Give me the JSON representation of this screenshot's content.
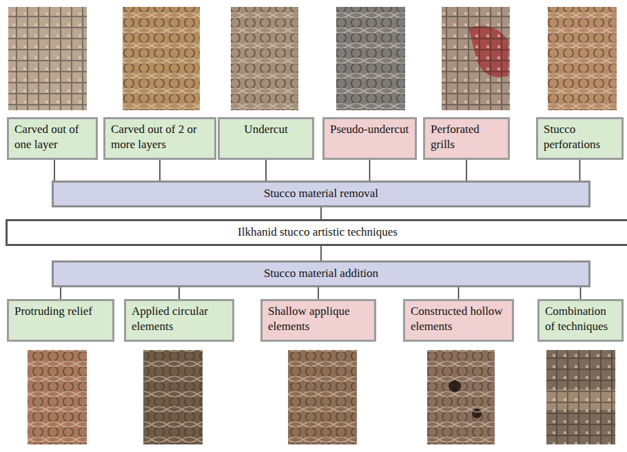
{
  "diagram": {
    "nodes": [
      {
        "text": [
          "Carved out of one layer"
        ]
      },
      {
        "text": [
          "Carved out of 2 or more layers"
        ]
      },
      {
        "text": [
          "Undercut"
        ]
      },
      {
        "text": [
          "Pseudo-undercut"
        ]
      },
      {
        "text": [
          "Perforated grills"
        ]
      },
      {
        "text": [
          "Stucco perforations"
        ]
      },
      {
        "text": [
          "Stucco material removal"
        ]
      },
      {
        "text": [
          "Ilkhanid stucco artistic techniques"
        ]
      },
      {
        "text": [
          "Stucco material addition"
        ]
      },
      {
        "text": [
          "Protruding relief"
        ]
      },
      {
        "text": [
          "Applied circular elements"
        ]
      },
      {
        "text": [
          "Shallow applique elements"
        ]
      },
      {
        "text": [
          "Constructed hollow elements"
        ]
      },
      {
        "text": [
          "Combination of techniques"
        ]
      }
    ],
    "edges": [
      {
        "from": 6,
        "to": 0,
        "arrow": "none"
      },
      {
        "from": 6,
        "to": 1,
        "arrow": "none"
      },
      {
        "from": 6,
        "to": 2,
        "arrow": "none"
      },
      {
        "from": 6,
        "to": 3,
        "arrow": "none"
      },
      {
        "from": 6,
        "to": 4,
        "arrow": "none"
      },
      {
        "from": 6,
        "to": 5,
        "arrow": "none"
      },
      {
        "from": 7,
        "to": 6,
        "arrow": "none"
      },
      {
        "from": 7,
        "to": 8,
        "arrow": "none"
      },
      {
        "from": 8,
        "to": 9,
        "arrow": "none"
      },
      {
        "from": 8,
        "to": 10,
        "arrow": "none"
      },
      {
        "from": 8,
        "to": 11,
        "arrow": "none"
      },
      {
        "from": 8,
        "to": 12,
        "arrow": "none"
      },
      {
        "from": 8,
        "to": 13,
        "arrow": "none"
      }
    ]
  }
}
